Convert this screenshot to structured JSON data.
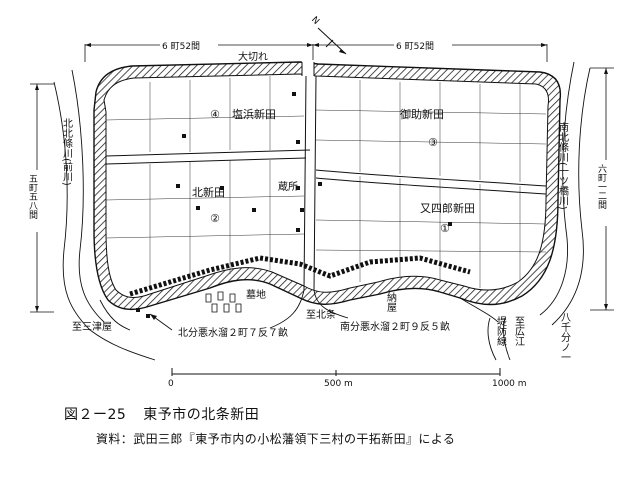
{
  "map": {
    "dimension_top_left": "6 町52間",
    "dimension_top_right": "6 町52間",
    "dimension_left": "五町五八間",
    "dimension_right": "六町一二間",
    "breach": "大切れ",
    "fields": [
      {
        "id": "4",
        "num": "④",
        "name": "塩浜新田"
      },
      {
        "id": "3",
        "num": "③",
        "name": "御助新田"
      },
      {
        "id": "2",
        "num": "②",
        "name": "北新田"
      },
      {
        "id": "1",
        "num": "①",
        "name": "又四郎新田"
      }
    ],
    "river_left": "北北條川(前川)",
    "river_right": "南北條川(一ツ橋川)",
    "kurasho": "蔵所",
    "nouya": "納屋",
    "bochi": "墓地",
    "to_hojo": "至北条",
    "to_mitsuya": "至三津屋",
    "to_hiroe": "至広江",
    "hachisenbu": "八千分ノ一",
    "teibou": "堤防線",
    "north_reservoir": "北分悪水溜２町７反７畝",
    "south_reservoir": "南分悪水溜２町９反５畝",
    "scale": {
      "zero": "0",
      "mid": "500 m",
      "end": "1000 m"
    }
  },
  "caption": {
    "number": "図２ー25",
    "title": "東予市の北条新田"
  },
  "source": "資料：武田三郎『東予市内の小松藩領下三村の干拓新田』による"
}
